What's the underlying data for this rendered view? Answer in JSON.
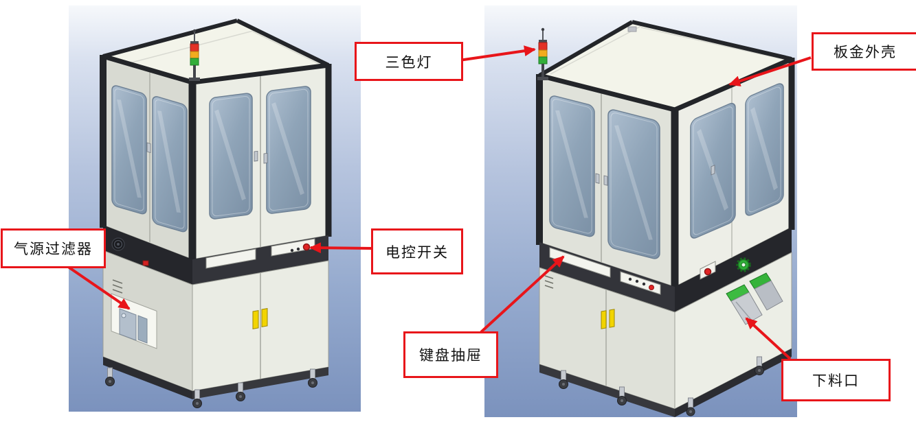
{
  "diagram": {
    "callouts": [
      {
        "id": "tricolor-light",
        "label": "三色灯"
      },
      {
        "id": "sheet-metal-shell",
        "label": "板金外壳"
      },
      {
        "id": "air-filter",
        "label": "气源过滤器"
      },
      {
        "id": "electric-switch",
        "label": "电控开关"
      },
      {
        "id": "keyboard-drawer",
        "label": "键盘抽屉"
      },
      {
        "id": "discharge-outlet",
        "label": "下料口"
      }
    ],
    "colors": {
      "callout_border": "#e8151a",
      "arrow": "#e8151a",
      "background_top": "#f6f8fb",
      "background_bottom": "#7b92bd",
      "machine_body": "#eceee6",
      "machine_frame": "#232529",
      "tower_red": "#e23126",
      "tower_yellow": "#f2ac1e",
      "tower_green": "#33ae3a",
      "handle_yellow": "#f2d400"
    }
  }
}
